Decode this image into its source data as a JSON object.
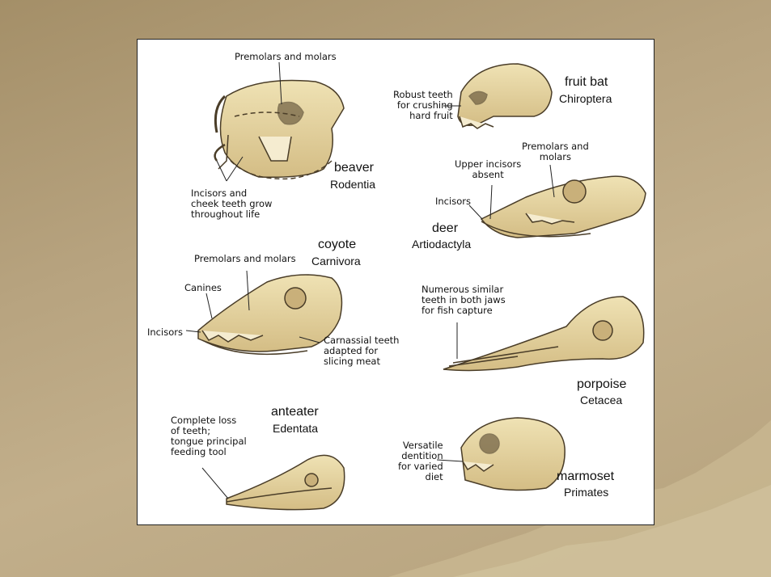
{
  "colors": {
    "bone": "#e9d9a6",
    "bone_shade": "#c9b07a",
    "outline": "#4a3d28",
    "background": "#b3a07c"
  },
  "animals": {
    "beaver": {
      "name": "beaver",
      "order": "Rodentia",
      "icon": "beaver-skull",
      "notes": {
        "top": "Premolars and molars",
        "bottom": "Incisors and\ncheek teeth grow\nthroughout life"
      }
    },
    "fruitbat": {
      "name": "fruit bat",
      "order": "Chiroptera",
      "icon": "fruit-bat-skull",
      "notes": {
        "left": "Robust teeth\nfor crushing\nhard fruit"
      }
    },
    "deer": {
      "name": "deer",
      "order": "Artiodactyla",
      "icon": "deer-skull",
      "notes": {
        "molars": "Premolars and\nmolars",
        "upper": "Upper incisors\nabsent",
        "incisors": "Incisors"
      }
    },
    "coyote": {
      "name": "coyote",
      "order": "Carnivora",
      "icon": "coyote-skull",
      "notes": {
        "top": "Premolars and molars",
        "canines": "Canines",
        "incisors": "Incisors",
        "carnassial": "Carnassial teeth\nadapted for\nslicing meat"
      }
    },
    "porpoise": {
      "name": "porpoise",
      "order": "Cetacea",
      "icon": "porpoise-skull",
      "notes": {
        "teeth": "Numerous similar\nteeth in both jaws\nfor fish capture"
      }
    },
    "anteater": {
      "name": "anteater",
      "order": "Edentata",
      "icon": "anteater-skull",
      "notes": {
        "loss": "Complete loss\nof teeth;\ntongue principal\nfeeding tool"
      }
    },
    "marmoset": {
      "name": "marmoset",
      "order": "Primates",
      "icon": "marmoset-skull",
      "notes": {
        "diet": "Versatile\ndentition\nfor varied\ndiet"
      }
    }
  }
}
